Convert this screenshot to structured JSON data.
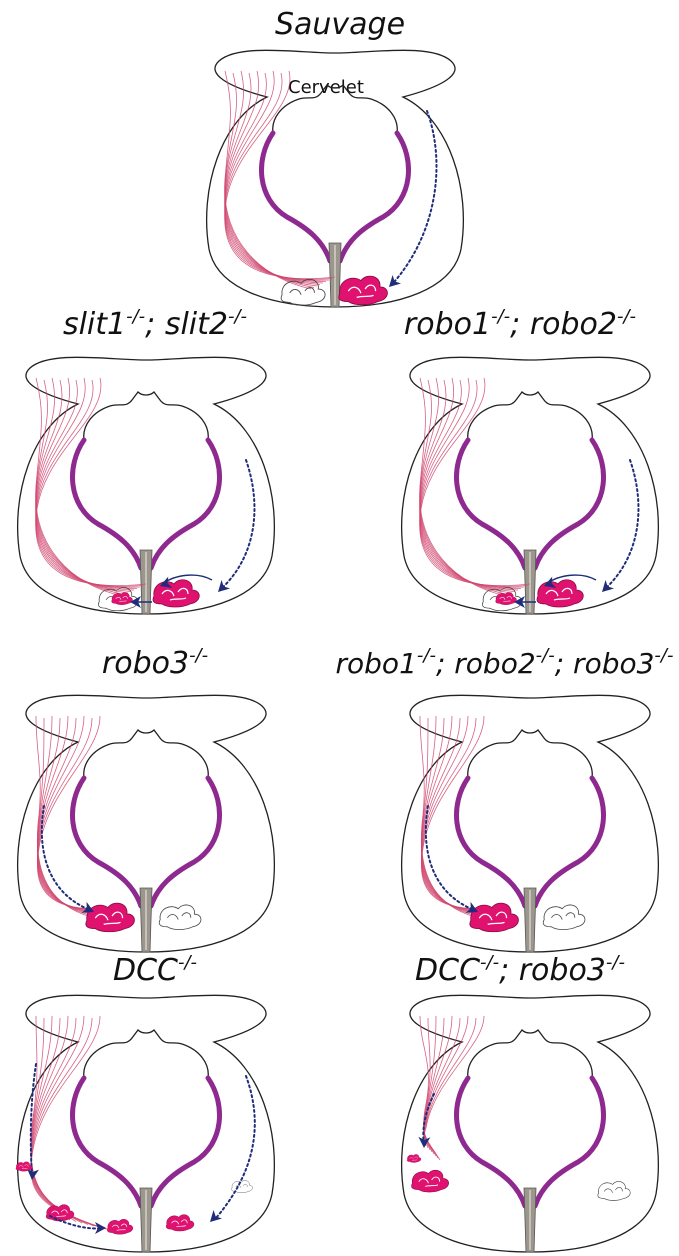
{
  "panels": [
    {
      "id": "wt",
      "title_parts": [
        {
          "t": "Sauvage"
        }
      ]
    },
    {
      "id": "slit",
      "title_parts": [
        {
          "t": "slit1"
        },
        {
          "sup": "-/-"
        },
        {
          "t": "; slit2"
        },
        {
          "sup": "-/-"
        }
      ]
    },
    {
      "id": "robo12",
      "title_parts": [
        {
          "t": "robo1"
        },
        {
          "sup": "-/-"
        },
        {
          "t": "; robo2"
        },
        {
          "sup": "-/-"
        }
      ]
    },
    {
      "id": "robo3",
      "title_parts": [
        {
          "t": "robo3"
        },
        {
          "sup": "-/-"
        }
      ]
    },
    {
      "id": "robo123",
      "title_parts": [
        {
          "t": "robo1"
        },
        {
          "sup": "-/-"
        },
        {
          "t": "; robo2"
        },
        {
          "sup": "-/-"
        },
        {
          "t": "; robo3"
        },
        {
          "sup": "-/-"
        }
      ]
    },
    {
      "id": "dcc",
      "title_parts": [
        {
          "t": "DCC"
        },
        {
          "sup": "-/-"
        }
      ]
    },
    {
      "id": "dccrobo3",
      "title_parts": [
        {
          "t": "DCC"
        },
        {
          "sup": "-/-"
        },
        {
          "t": "; robo3"
        },
        {
          "sup": "-/-"
        }
      ]
    }
  ],
  "labels": {
    "cervelet": "Cervelet"
  },
  "colors": {
    "outline": "#222222",
    "ventricle": "#8e2a8f",
    "axons": "#d0456e",
    "nucleus": "#e0126f",
    "migration_arrow": "#1f2d7a",
    "midline": "#9c978c"
  }
}
